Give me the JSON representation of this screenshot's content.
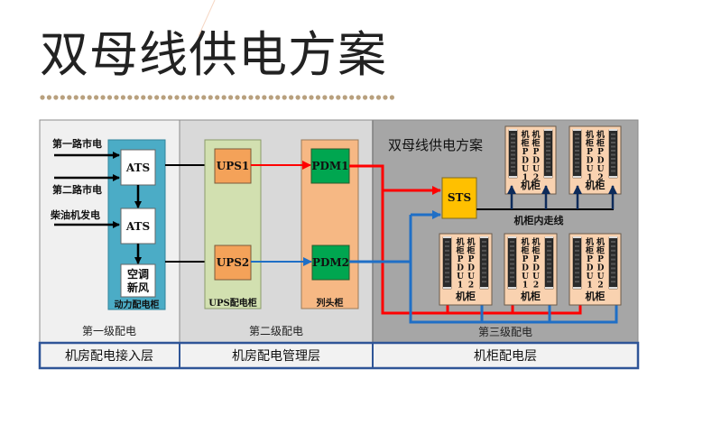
{
  "page": {
    "title": "双母线供电方案"
  },
  "colors": {
    "accent_dots": "#b8a07e",
    "bus_a": "#ff0000",
    "bus_b": "#1f6fc6",
    "power_cabinet": "#4bacc6",
    "ups_cabinet": "#d2e0b0",
    "column_head_cabinet": "#f6b884",
    "ups_box": "#f4a259",
    "pdm_box": "#00a650",
    "sts_box": "#ffc000",
    "rack": "#f9d2b0"
  },
  "diagram": {
    "subtitle": "双母线供电方案",
    "inputs": [
      "第一路市电",
      "第二路市电",
      "柴油机发电"
    ],
    "power_cabinet": {
      "label": "动力配电柜",
      "ats1": "ATS",
      "ats2": "ATS",
      "hvac_line1": "空调",
      "hvac_line2": "新风"
    },
    "ups_cabinet": {
      "label": "UPS配电柜",
      "ups1": "UPS1",
      "ups2": "UPS2"
    },
    "column_head_cabinet": {
      "label": "列头柜",
      "pdm1": "PDM1",
      "pdm2": "PDM2"
    },
    "sts": "STS",
    "in_rack_wiring_label": "机柜内走线",
    "rack": {
      "label": "机柜",
      "pdu1": [
        "机",
        "柜",
        "P",
        "D",
        "U",
        "1"
      ],
      "pdu2": [
        "机",
        "柜",
        "P",
        "D",
        "U",
        "2"
      ]
    },
    "levels": [
      "第一级配电",
      "第二级配电",
      "第三级配电"
    ],
    "layers": [
      "机房配电接入层",
      "机房配电管理层",
      "机柜配电层"
    ]
  }
}
